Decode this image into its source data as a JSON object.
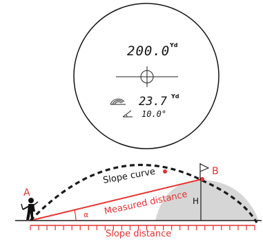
{
  "viewfinder": {
    "primary_value": "200.0",
    "primary_unit": "Yd",
    "secondary_value": "23.7",
    "secondary_unit": "Yd",
    "angle_value": "10.0°",
    "icons": [
      "crosshair-icon",
      "slope-mode-icon",
      "angle-icon"
    ]
  },
  "diagram": {
    "point_a_label": "A",
    "point_b_label": "B",
    "curve_label": "Slope curve",
    "measured_label": "Measured distance",
    "height_label": "H",
    "angle_label": "α",
    "slope_distance_label": "Slope distance",
    "colors": {
      "accent": "#e8312f",
      "line": "#1a1a1a",
      "hill": "#d6d6d6"
    },
    "icons": [
      "golfer-icon",
      "flag-icon"
    ]
  }
}
